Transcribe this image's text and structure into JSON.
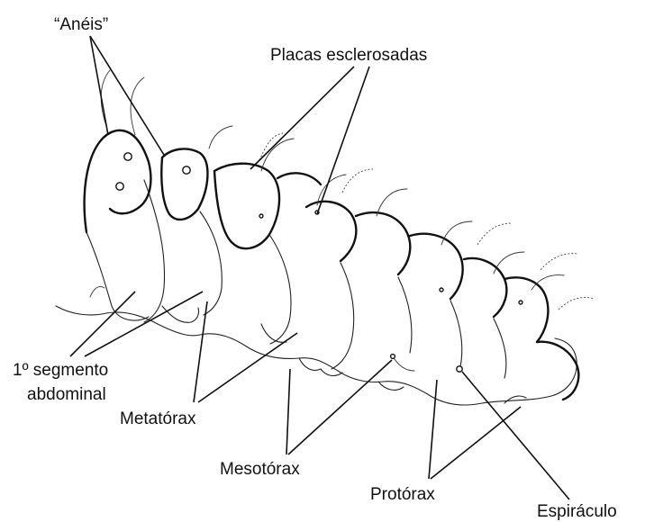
{
  "labels": {
    "aneis": "“Anéis”",
    "placas": "Placas esclerosadas",
    "segmento_line1": "1º segmento",
    "segmento_line2": "abdominal",
    "metatorax": "Metatórax",
    "mesotorax": "Mesotórax",
    "protorax": "Protórax",
    "espiraculo": "Espiráculo"
  }
}
